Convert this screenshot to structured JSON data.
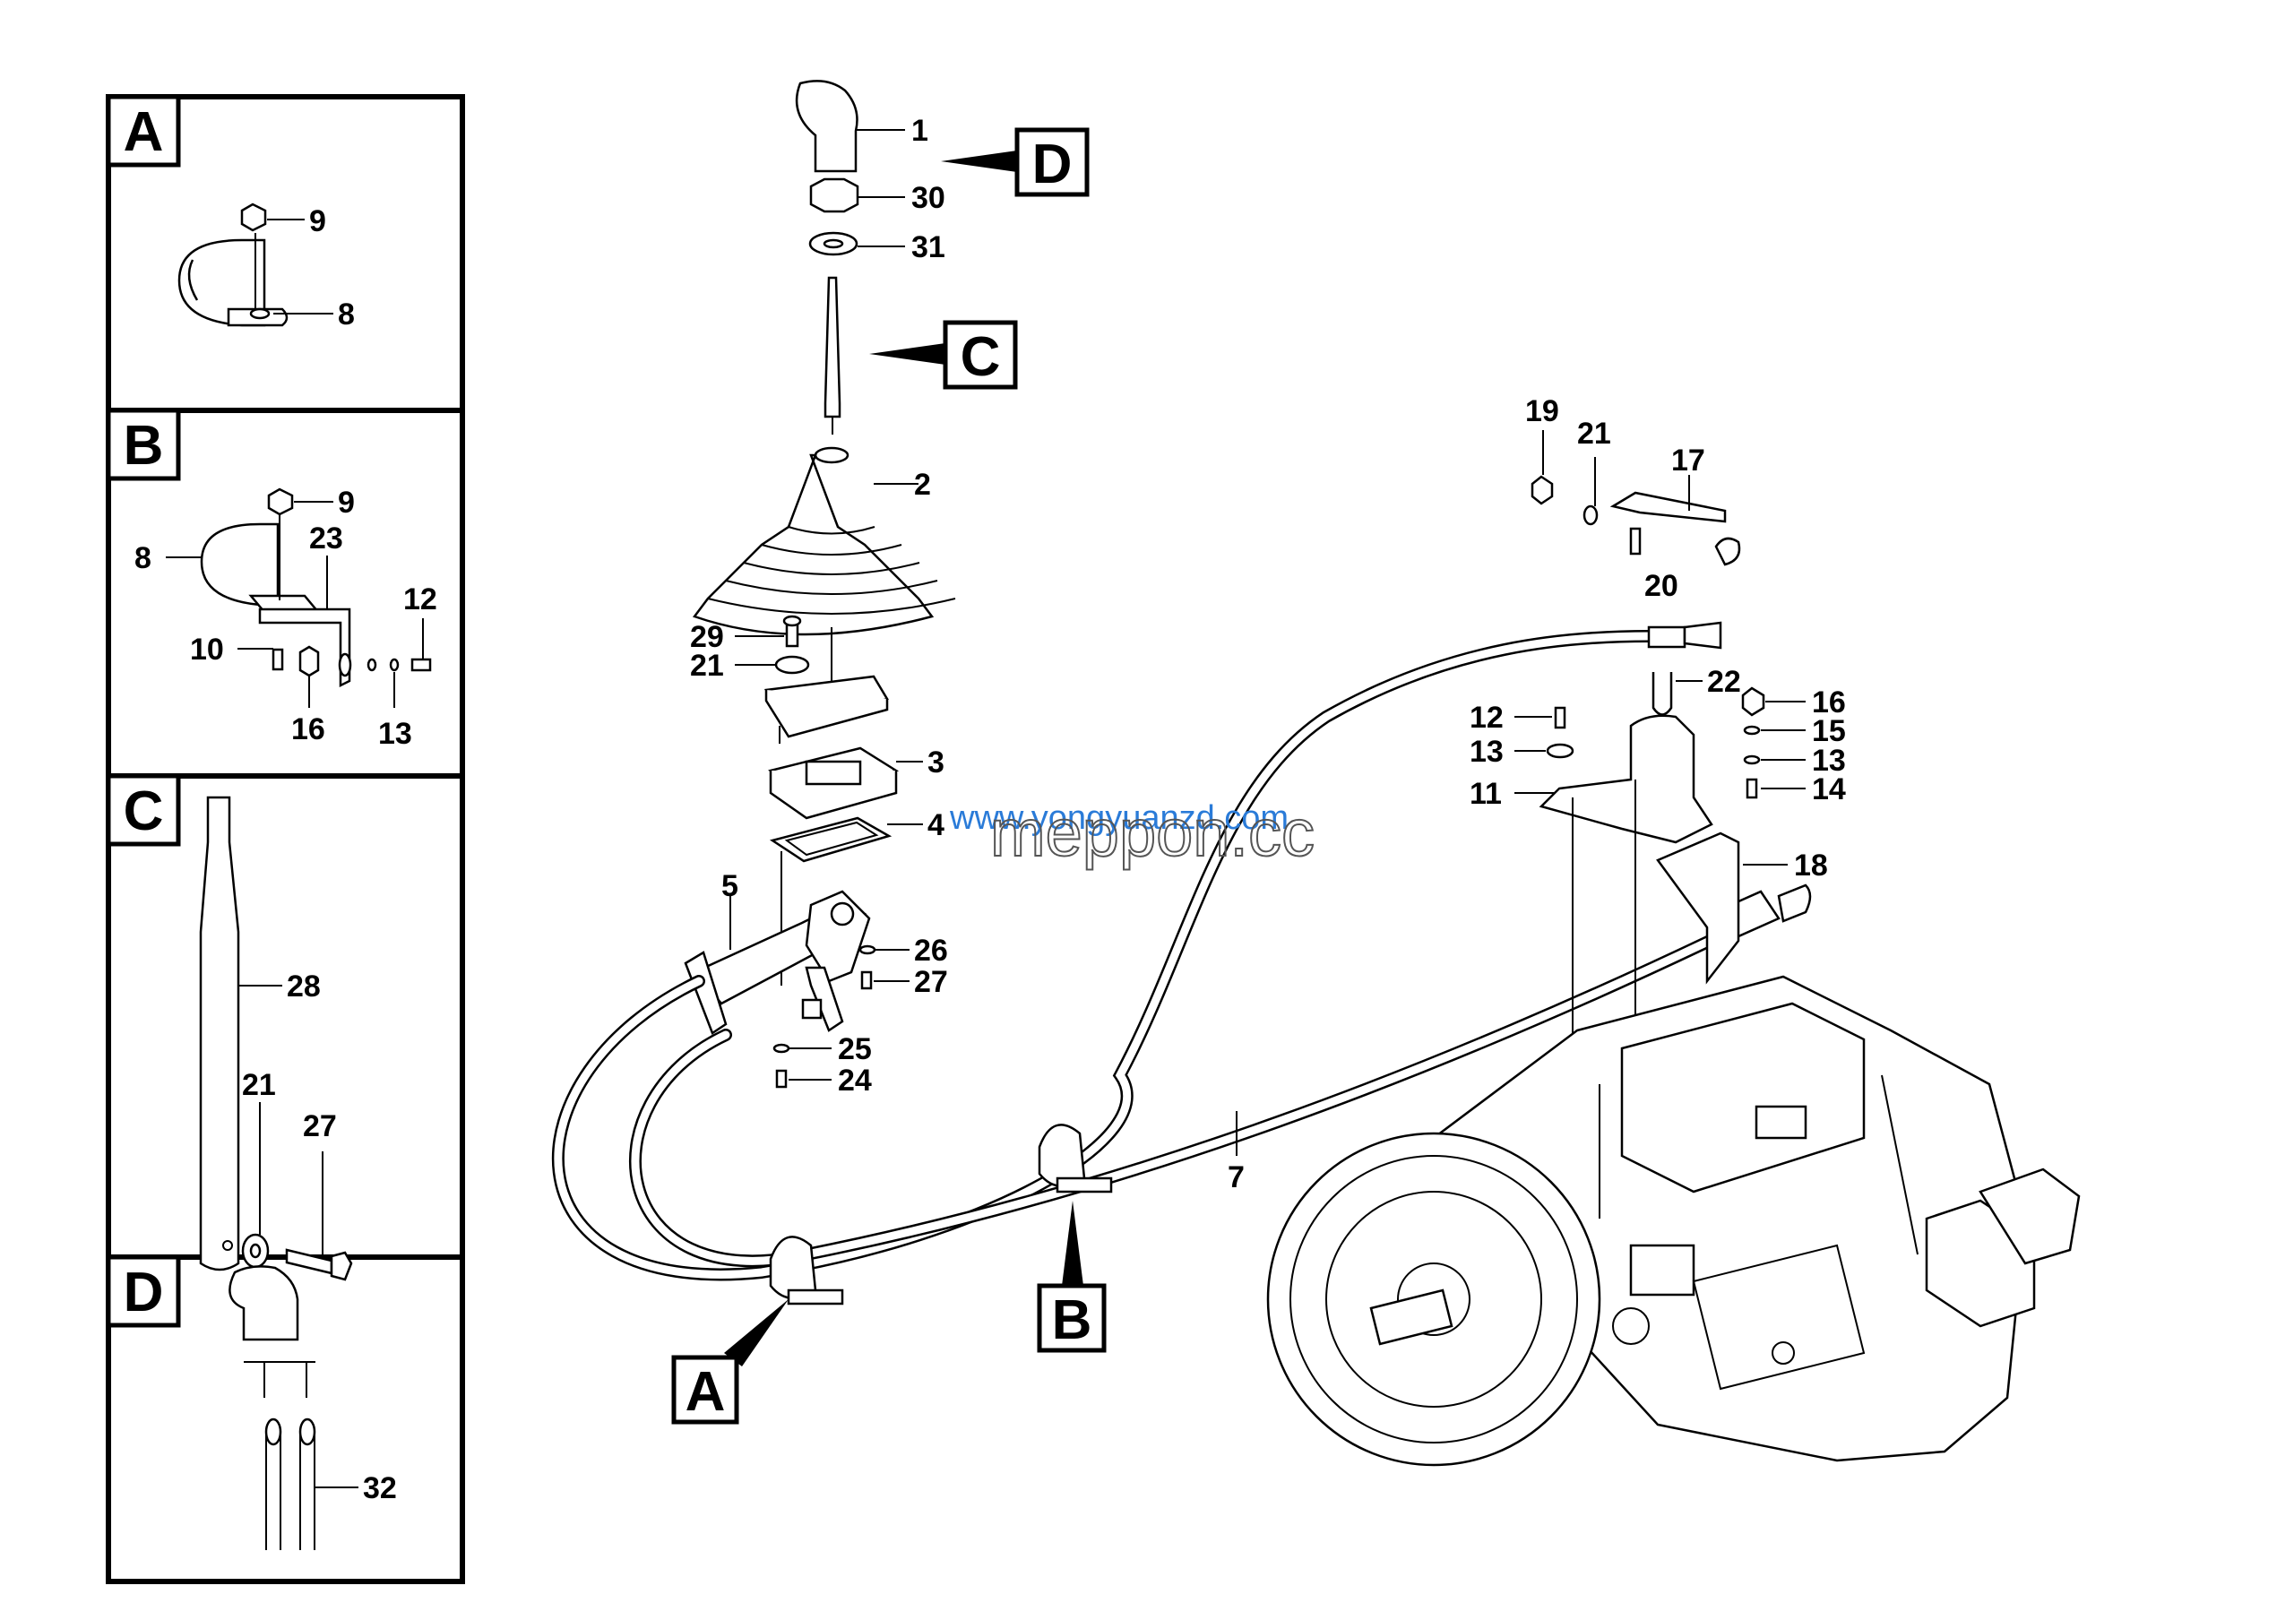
{
  "panels": {
    "A": {
      "letter": "A",
      "labels": [
        "9",
        "8"
      ]
    },
    "B": {
      "letter": "B",
      "labels": [
        "9",
        "8",
        "23",
        "12",
        "10",
        "16",
        "13"
      ]
    },
    "C": {
      "letter": "C",
      "labels": [
        "28",
        "21",
        "27"
      ]
    },
    "D": {
      "letter": "D",
      "labels": [
        "32"
      ]
    }
  },
  "callouts": {
    "A": "A",
    "B": "B",
    "C": "C",
    "D": "D"
  },
  "lever": {
    "labels": [
      "1",
      "30",
      "31",
      "2",
      "29",
      "21",
      "3",
      "4",
      "5",
      "26",
      "27",
      "25",
      "24"
    ]
  },
  "cable_label": "7",
  "bracket": {
    "labels": [
      "19",
      "21",
      "17",
      "20",
      "22",
      "16",
      "15",
      "13",
      "14",
      "12",
      "13",
      "11",
      "18"
    ]
  },
  "watermarks": {
    "url": "www.yongyuanzd.com",
    "brand": "meppon.cc"
  }
}
